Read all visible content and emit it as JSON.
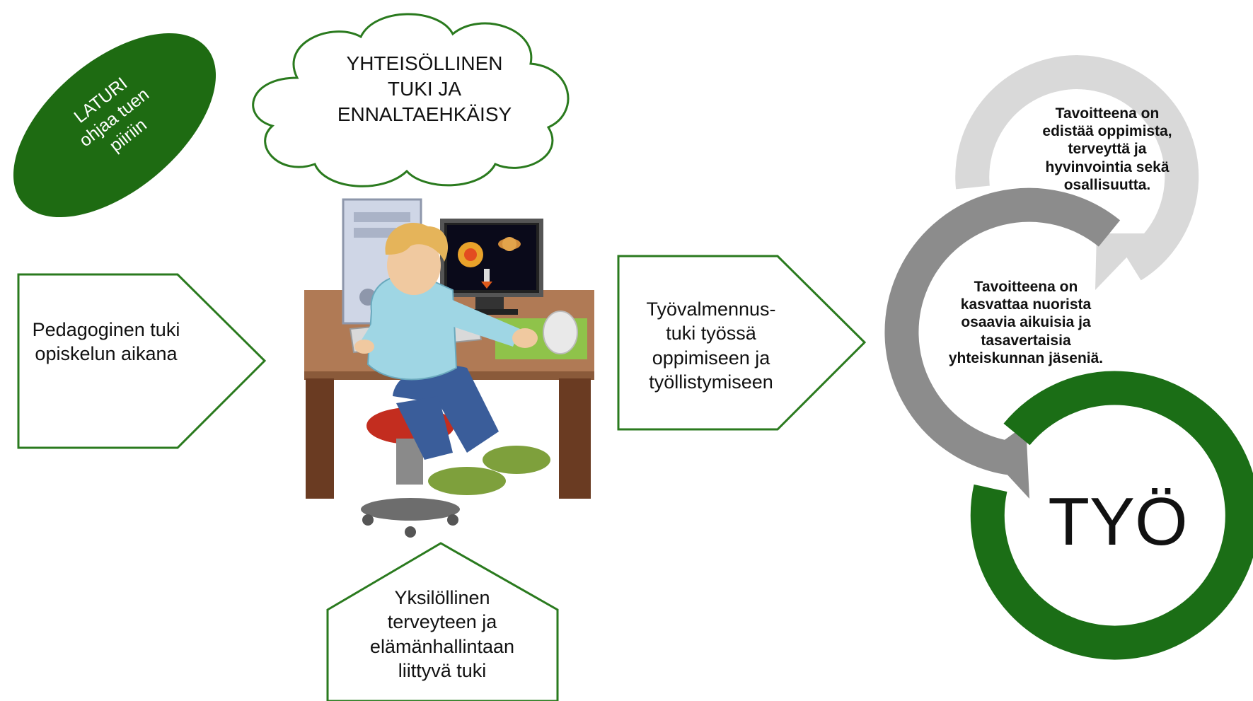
{
  "colors": {
    "green_dark": "#1e6b12",
    "green_border": "#2a7a1e",
    "arc_light": "#d9d9d9",
    "arc_mid": "#8c8c8c",
    "ring_green": "#1b6e16"
  },
  "oval": {
    "line1": "LATURI",
    "line2": "ohjaa tuen",
    "line3": "piiriin"
  },
  "cloud": {
    "line1": "YHTEISÖLLINEN",
    "line2": "TUKI JA",
    "line3": "ENNALTAEHKÄISY"
  },
  "left_arrow": {
    "line1": "Pedagoginen tuki",
    "line2": "opiskelun aikana"
  },
  "middle_arrow": {
    "line1": "Työvalmennus-",
    "line2": "tuki työssä",
    "line3": "oppimiseen ja",
    "line4": "työllistymiseen"
  },
  "bottom_pentagon": {
    "line1": "Yksilöllinen",
    "line2": "terveyteen ja",
    "line3": "elämänhallintaan",
    "line4": "liittyvä tuki"
  },
  "goal_top": {
    "line1": "Tavoitteena on",
    "line2": "edistää oppimista,",
    "line3": "terveyttä ja",
    "line4": "hyvinvointia sekä",
    "line5": "osallisuutta."
  },
  "goal_middle": {
    "line1": "Tavoitteena on",
    "line2": "kasvattaa nuorista",
    "line3": "osaavia aikuisia ja",
    "line4": "tasavertaisia",
    "line5": "yhteiskunnan jäseniä."
  },
  "work": {
    "label": "TYÖ"
  },
  "illustration": {
    "icon": "person-at-computer-illustration"
  }
}
